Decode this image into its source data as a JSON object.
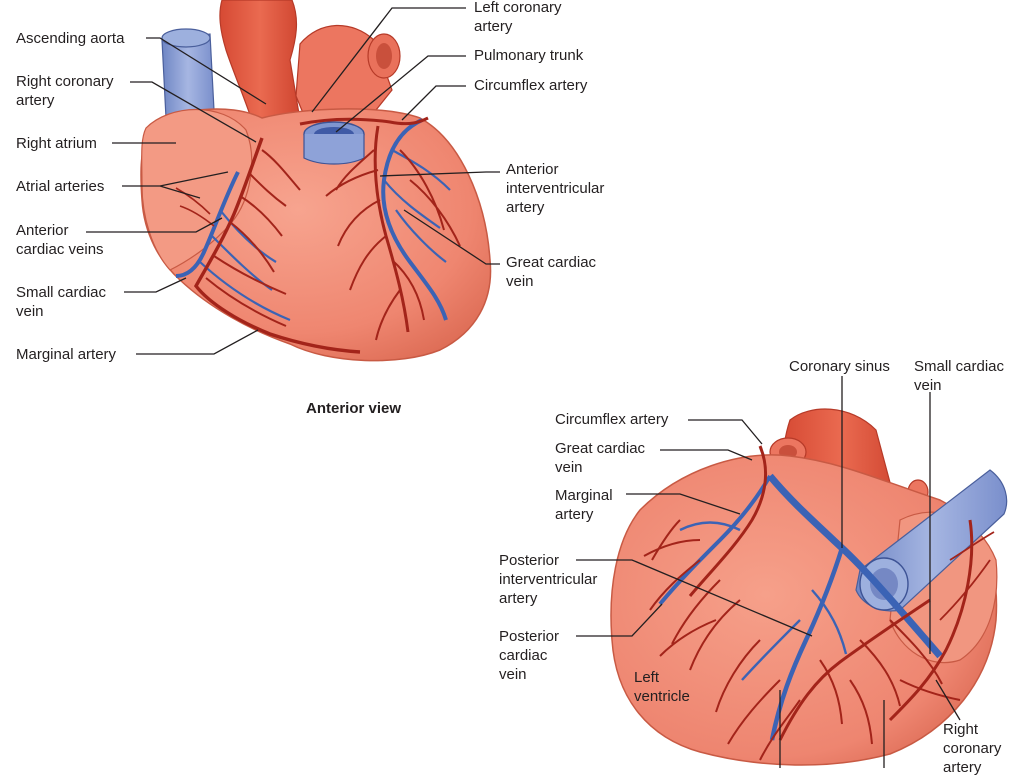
{
  "anterior": {
    "view_label": "Anterior view",
    "labels": {
      "ascending_aorta": "Ascending aorta",
      "right_coronary_artery": "Right coronary\nartery",
      "right_atrium": "Right atrium",
      "atrial_arteries": "Atrial arteries",
      "anterior_cardiac_veins": "Anterior\ncardiac veins",
      "small_cardiac_vein": "Small cardiac\nvein",
      "marginal_artery": "Marginal artery",
      "left_coronary_artery": "Left coronary\nartery",
      "pulmonary_trunk": "Pulmonary trunk",
      "circumflex_artery": "Circumflex artery",
      "anterior_interventricular_artery": "Anterior\ninterventricular\nartery",
      "great_cardiac_vein": "Great cardiac\nvein"
    }
  },
  "posterior": {
    "labels": {
      "coronary_sinus": "Coronary sinus",
      "small_cardiac_vein": "Small cardiac\nvein",
      "circumflex_artery": "Circumflex artery",
      "great_cardiac_vein": "Great cardiac\nvein",
      "marginal_artery": "Marginal\nartery",
      "posterior_interventricular_artery": "Posterior\ninterventricular\nartery",
      "posterior_cardiac_vein": "Posterior\ncardiac\nvein",
      "left_ventricle": "Left\nventricle",
      "right_coronary_artery": "Right\ncoronary\nartery"
    }
  },
  "colors": {
    "heart_muscle": "#f08a72",
    "heart_dark": "#d9624c",
    "aorta": "#e2553e",
    "artery": "#a3241a",
    "vein": "#3b63b5",
    "vessel_blue": "#8fa3d6",
    "leader": "#231f20"
  }
}
